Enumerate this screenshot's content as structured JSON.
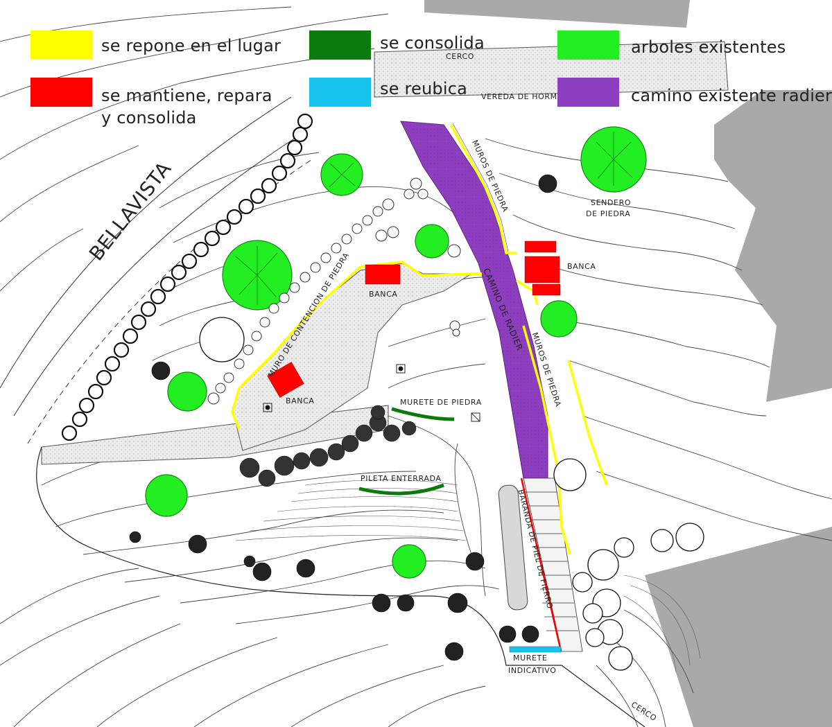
{
  "legend": {
    "items": [
      {
        "key": "repone",
        "label": "se repone en el lugar",
        "color": "#ffff00"
      },
      {
        "key": "mantiene",
        "label": "se mantiene, repara",
        "label2": "y consolida",
        "color": "#ff0000"
      },
      {
        "key": "consolida",
        "label": "se consolida",
        "color": "#0a7a0a"
      },
      {
        "key": "reubica",
        "label": "se reubica",
        "color": "#18c4ee"
      },
      {
        "key": "arboles",
        "label": "arboles existentes",
        "color": "#22ee22"
      },
      {
        "key": "camino",
        "label": "camino existente  radier",
        "color": "#8e3fbf"
      }
    ]
  },
  "labels": {
    "bellavista": "BELLAVISTA",
    "cerco_top": "CERCO",
    "vereda": "VEREDA DE HORM",
    "muros_piedra_1": "MUROS DE PIEDRA",
    "camino_radier": "CAMINO DE RADIER",
    "muros_piedra_2": "MUROS DE PIEDRA",
    "sendero_1": "SENDERO",
    "sendero_2": "DE PIEDRA",
    "banca_right": "BANCA",
    "banca_center": "BANCA",
    "banca_left": "BANCA",
    "muro_contencion": "MURO DE CONTENCION DE PIEDRA",
    "murete_piedra": "MURETE DE PIEDRA",
    "pileta": "PILETA ENTERRADA",
    "baranda": "BARANDA DE PIEL DE FIERRO",
    "murete_ind_1": "MURETE",
    "murete_ind_2": "INDICATIVO",
    "cerco_bottom": "CERCO"
  },
  "colors": {
    "building": "#a9a9a9",
    "path_fill": "#e6e6e6",
    "line": "#333333"
  }
}
